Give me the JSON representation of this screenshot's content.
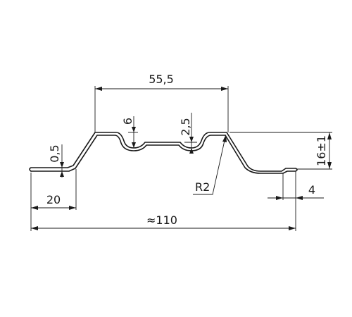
{
  "drawing": {
    "dimensions": {
      "top_width": "55,5",
      "groove_depth": "6",
      "center_depth": "2,5",
      "flange_thickness": "0,5",
      "edge_width": "20",
      "profile_height": "16±1",
      "edge_lip": "4",
      "radius": "R2",
      "total_width": "≈110"
    }
  }
}
